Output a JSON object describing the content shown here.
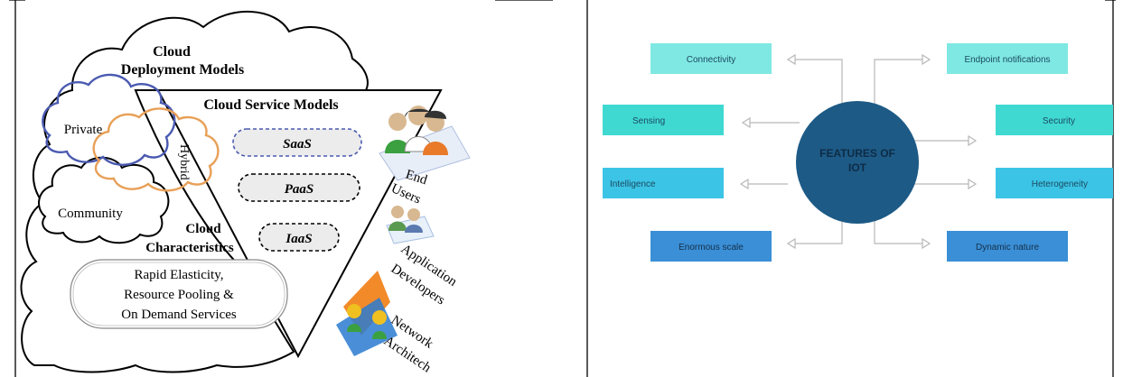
{
  "left_diagram": {
    "deployment_title_line1": "Cloud",
    "deployment_title_line2": "Deployment Models",
    "service_title": "Cloud Service Models",
    "private_label": "Private",
    "hybrid_label": "Hybrid",
    "community_label": "Community",
    "saas_label": "SaaS",
    "paas_label": "PaaS",
    "iaas_label": "IaaS",
    "characteristics_line1": "Cloud",
    "characteristics_line2": "Characteristics",
    "rapid_line1": "Rapid Elasticity,",
    "rapid_line2": "Resource Pooling &",
    "rapid_line3": "On Demand Services",
    "end_label": "End",
    "users_label": "Users",
    "application_label": "Application",
    "developers_label": "Developers",
    "network_label": "Network",
    "architech_label": "Architech"
  },
  "right_diagram": {
    "center_line1": "FEATURES OF",
    "center_line2": "IOT",
    "connectivity": "Connectivity",
    "endpoint_notifications": "Endpoint notifications",
    "sensing": "Sensing",
    "security": "Security",
    "intelligence": "Intelligence",
    "heterogeneity": "Heterogeneity",
    "enormous_scale": "Enormous scale",
    "dynamic_nature": "Dynamic nature"
  },
  "colors": {
    "center_circle": "#1d5a86",
    "box_light": "#7fe8e3",
    "box_teal": "#3fd9d2",
    "box_cyan": "#3cc4e6",
    "box_blue": "#3a8fd6",
    "private_cloud": "#4a5ab0",
    "hybrid_cloud": "#e8a058",
    "saas_border": "#4a5ab0"
  }
}
